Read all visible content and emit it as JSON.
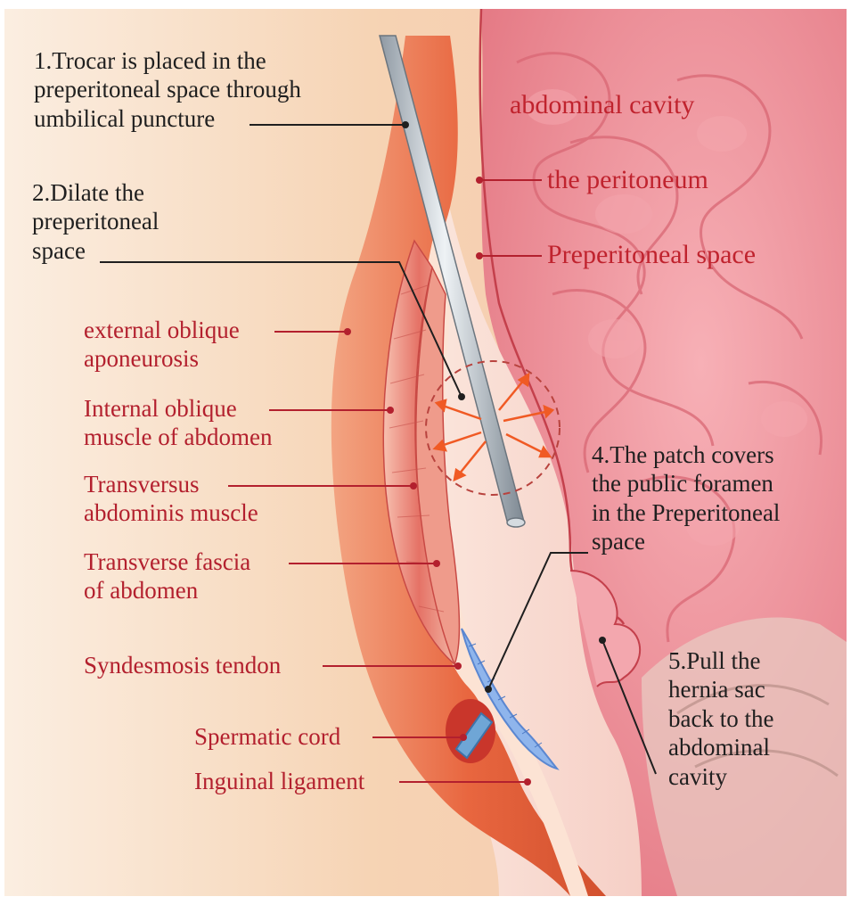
{
  "steps": {
    "trocar": "1.Trocar is placed in the\npreperitoneal space through\numbilical puncture",
    "dilate": "2.Dilate the\npreperitoneal\nspace",
    "patch": "4.The patch covers\nthe public foramen\nin the Preperitoneal\nspace",
    "pull": "5.Pull the\nhernia sac\nback to the\nabdominal\ncavity"
  },
  "regions": {
    "abdominal_cavity": "abdominal cavity",
    "peritoneum": "the peritoneum",
    "preperitoneal_space": "Preperitoneal space"
  },
  "layers": {
    "external_oblique": "external oblique\naponeurosis",
    "internal_oblique": "Internal oblique\nmuscle of abdomen",
    "transversus": "Transversus\nabdominis muscle",
    "transverse_fascia": "Transverse fascia\nof abdomen",
    "syndesmosis": "Syndesmosis tendon",
    "spermatic_cord": "Spermatic cord",
    "inguinal_ligament": "Inguinal ligament"
  },
  "colors": {
    "label_red": "#b3202e",
    "label_dark": "#1f1f1f",
    "skin": "#f8d9bd",
    "wall": "#e8663f",
    "intestine": "#ee8b95",
    "patch": "#6f9de0",
    "arrow": "#f05a24"
  }
}
